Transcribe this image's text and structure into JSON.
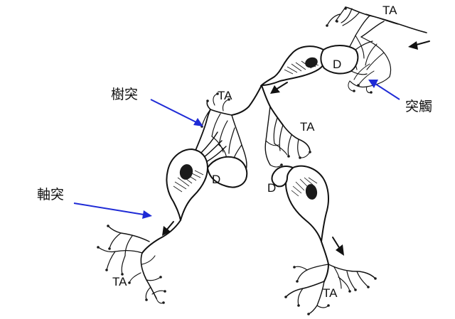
{
  "labels": {
    "ta_top": "TA",
    "d_top": "D",
    "ta_mid_left": "TA",
    "ta_mid_right": "TA",
    "d_left": "D",
    "d_right": "D",
    "ta_bottom_left": "TA",
    "ta_bottom_right": "TA",
    "dendrite": "樹突",
    "axon": "軸突",
    "synapse": "突觸"
  },
  "colors": {
    "pointer": "#1f2bd6",
    "ink": "#111111",
    "background": "#ffffff"
  }
}
